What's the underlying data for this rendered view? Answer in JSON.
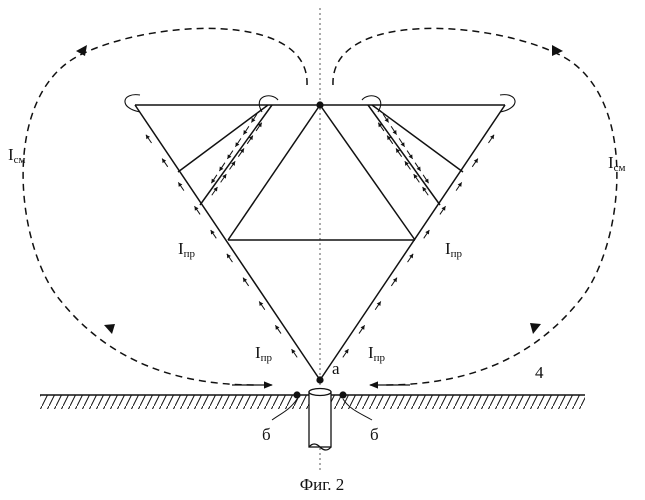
{
  "figure": {
    "caption": "Фиг. 2",
    "labels": {
      "displacement_current_left": {
        "main": "I",
        "sub": "см"
      },
      "displacement_current_right": {
        "main": "I",
        "sub": "см"
      },
      "conduction_current_upper_left": {
        "main": "I",
        "sub": "пр"
      },
      "conduction_current_upper_right": {
        "main": "I",
        "sub": "пр"
      },
      "conduction_current_lower_left": {
        "main": "I",
        "sub": "пр"
      },
      "conduction_current_lower_right": {
        "main": "I",
        "sub": "пр"
      },
      "feed_point": "a",
      "ground_number": "4",
      "terminal_left": "б",
      "terminal_right": "б"
    }
  }
}
